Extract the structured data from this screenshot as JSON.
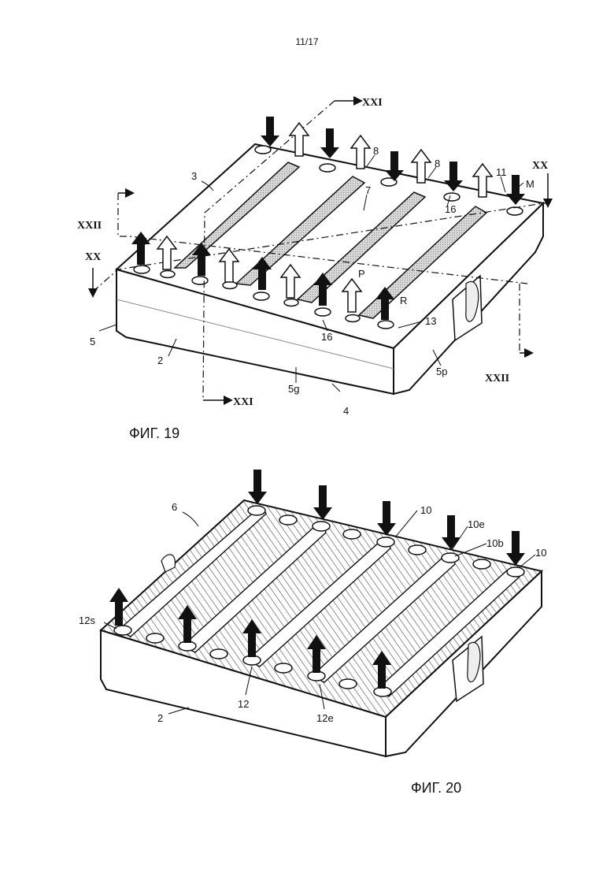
{
  "page": {
    "page_number": "11/17"
  },
  "figures": {
    "fig19": {
      "caption": "ФИГ. 19",
      "refs": {
        "n2": "2",
        "n3": "3",
        "n4": "4",
        "n5": "5",
        "n5g": "5g",
        "n5p": "5p",
        "n7": "7",
        "n8a": "8",
        "n8b": "8",
        "n11": "11",
        "n13": "13",
        "n16a": "16",
        "n16b": "16",
        "M": "M",
        "P": "P",
        "R": "R"
      },
      "sections": {
        "xx_left": "XX",
        "xx_right": "XX",
        "xxi_top": "XXI",
        "xxi_bottom": "XXI",
        "xxii_left": "XXII",
        "xxii_right": "XXII"
      }
    },
    "fig20": {
      "caption": "ФИГ. 20",
      "refs": {
        "n2": "2",
        "n6": "6",
        "n10a": "10",
        "n10b": "10",
        "n10e": "10e",
        "n10bb": "10b",
        "n12": "12",
        "n12e": "12e",
        "n12s": "12s"
      }
    }
  },
  "colors": {
    "ink": "#111111",
    "shade": "#c8c8c8",
    "hatch": "#555555"
  }
}
